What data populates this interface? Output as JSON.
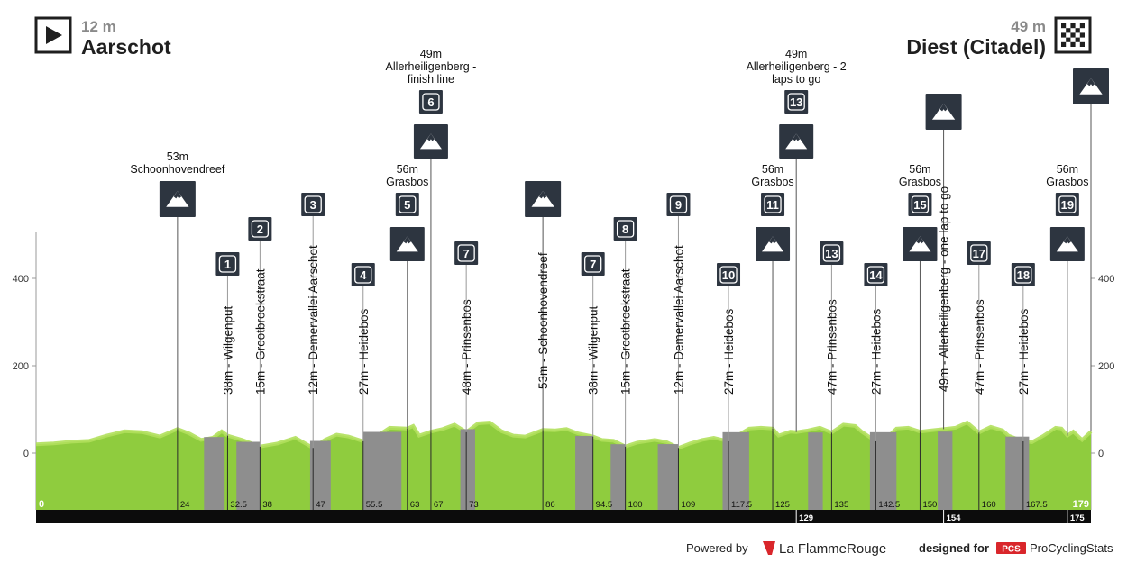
{
  "header": {
    "start_alt": "12 m",
    "start_name": "Aarschot",
    "finish_alt": "49 m",
    "finish_name": "Diest (Citadel)"
  },
  "footer": {
    "powered_by": "Powered by",
    "lfr_name": "La FlammeRouge",
    "designed_for": "designed for",
    "pcs_badge": "PCS",
    "pcs_name": "ProCyclingStats"
  },
  "colors": {
    "terrain": "#8fcc3e",
    "terrain_light": "#b1e05c",
    "cobbles": "#8e8e8e",
    "badge": "#2d3540",
    "axis": "#999999",
    "bar": "#0c0c0c"
  },
  "chart_data": {
    "type": "area",
    "title": "",
    "xlabel": "",
    "ylabel": "",
    "xlim": [
      0,
      179
    ],
    "ylim": [
      -120,
      500
    ],
    "yticks": [
      0,
      200,
      400
    ],
    "grid": false,
    "distance_km": 179,
    "profile": [
      [
        0,
        20
      ],
      [
        3,
        22
      ],
      [
        6,
        26
      ],
      [
        9,
        28
      ],
      [
        12,
        40
      ],
      [
        15,
        50
      ],
      [
        18,
        48
      ],
      [
        21,
        38
      ],
      [
        24,
        55
      ],
      [
        26,
        45
      ],
      [
        28,
        30
      ],
      [
        30,
        35
      ],
      [
        31.5,
        50
      ],
      [
        32.5,
        40
      ],
      [
        35,
        30
      ],
      [
        38,
        15
      ],
      [
        41,
        22
      ],
      [
        44,
        35
      ],
      [
        47,
        12
      ],
      [
        49,
        30
      ],
      [
        51,
        42
      ],
      [
        53,
        38
      ],
      [
        55.5,
        27
      ],
      [
        58,
        40
      ],
      [
        60,
        58
      ],
      [
        63,
        56
      ],
      [
        64,
        62
      ],
      [
        65,
        40
      ],
      [
        67,
        49
      ],
      [
        69,
        55
      ],
      [
        71,
        65
      ],
      [
        73,
        48
      ],
      [
        75,
        68
      ],
      [
        77,
        70
      ],
      [
        79,
        50
      ],
      [
        81,
        40
      ],
      [
        83,
        38
      ],
      [
        86,
        53
      ],
      [
        88,
        52
      ],
      [
        90,
        55
      ],
      [
        92,
        45
      ],
      [
        94.5,
        38
      ],
      [
        96,
        30
      ],
      [
        98,
        28
      ],
      [
        100,
        15
      ],
      [
        102,
        24
      ],
      [
        105,
        30
      ],
      [
        107,
        25
      ],
      [
        109,
        12
      ],
      [
        111,
        22
      ],
      [
        113,
        30
      ],
      [
        115,
        35
      ],
      [
        117.5,
        27
      ],
      [
        119,
        40
      ],
      [
        121,
        56
      ],
      [
        123,
        58
      ],
      [
        125,
        56
      ],
      [
        126,
        40
      ],
      [
        128,
        49
      ],
      [
        129,
        48
      ],
      [
        131,
        52
      ],
      [
        133,
        58
      ],
      [
        135,
        47
      ],
      [
        137,
        65
      ],
      [
        139,
        62
      ],
      [
        140,
        50
      ],
      [
        142.5,
        27
      ],
      [
        144,
        30
      ],
      [
        146,
        56
      ],
      [
        148,
        58
      ],
      [
        150,
        49
      ],
      [
        152,
        52
      ],
      [
        154,
        55
      ],
      [
        156,
        58
      ],
      [
        158,
        70
      ],
      [
        160,
        47
      ],
      [
        162,
        60
      ],
      [
        164,
        52
      ],
      [
        165,
        40
      ],
      [
        167.5,
        27
      ],
      [
        169,
        25
      ],
      [
        171,
        40
      ],
      [
        173,
        58
      ],
      [
        174,
        56
      ],
      [
        175,
        40
      ],
      [
        176,
        49
      ],
      [
        177.5,
        30
      ],
      [
        179,
        49
      ]
    ],
    "gray_segments": [
      [
        28.5,
        32
      ],
      [
        34,
        38
      ],
      [
        46.5,
        50
      ],
      [
        55.5,
        62
      ],
      [
        72,
        74.5
      ],
      [
        91.5,
        94.5
      ],
      [
        97.5,
        100
      ],
      [
        105.5,
        109
      ],
      [
        116.5,
        121
      ],
      [
        131,
        133.5
      ],
      [
        141.5,
        146
      ],
      [
        153,
        155.5
      ],
      [
        164.5,
        168.5
      ]
    ],
    "km_markers": [
      {
        "km": 0,
        "label": "0"
      },
      {
        "km": 24,
        "label": "24"
      },
      {
        "km": 32.5,
        "label": "32.5"
      },
      {
        "km": 38,
        "label": "38"
      },
      {
        "km": 47,
        "label": "47"
      },
      {
        "km": 55.5,
        "label": "55.5"
      },
      {
        "km": 63,
        "label": "63"
      },
      {
        "km": 67,
        "label": "67"
      },
      {
        "km": 73,
        "label": "73"
      },
      {
        "km": 86,
        "label": "86"
      },
      {
        "km": 94.5,
        "label": "94.5"
      },
      {
        "km": 100,
        "label": "100"
      },
      {
        "km": 109,
        "label": "109"
      },
      {
        "km": 117.5,
        "label": "117.5"
      },
      {
        "km": 125,
        "label": "125"
      },
      {
        "km": 135,
        "label": "135"
      },
      {
        "km": 142.5,
        "label": "142.5"
      },
      {
        "km": 150,
        "label": "150"
      },
      {
        "km": 160,
        "label": "160"
      },
      {
        "km": 167.5,
        "label": "167.5"
      },
      {
        "km": 179,
        "label": "179"
      }
    ],
    "remaining_markers": [
      {
        "km": 129,
        "label": "129"
      },
      {
        "km": 154,
        "label": "154"
      },
      {
        "km": 175,
        "label": "175"
      }
    ],
    "sectors": [
      {
        "num": "1",
        "km": 32.5,
        "label": "38m - Wilgenput"
      },
      {
        "num": "2",
        "km": 38,
        "label": "15m - Grootbroekstraat"
      },
      {
        "num": "3",
        "km": 47,
        "label": "12m - Demervallei Aarschot"
      },
      {
        "num": "4",
        "km": 55.5,
        "label": "27m - Heidebos"
      },
      {
        "num": "5",
        "km": 63,
        "label": "",
        "caption": [
          "56m",
          "Grasbos"
        ]
      },
      {
        "num": "6",
        "km": 67,
        "label": "",
        "caption": [
          "49m",
          "Allerheiligenberg -",
          "finish line"
        ]
      },
      {
        "num": "7",
        "km": 73,
        "label": "48m - Prinsenbos"
      },
      {
        "num": "7",
        "km": 94.5,
        "label": "38m - Wilgenput"
      },
      {
        "num": "8",
        "km": 100,
        "label": "15m - Grootbroekstraat"
      },
      {
        "num": "9",
        "km": 109,
        "label": "12m - Demervallei Aarschot"
      },
      {
        "num": "10",
        "km": 117.5,
        "label": "27m - Heidebos"
      },
      {
        "num": "11",
        "km": 125,
        "label": "",
        "caption": [
          "56m",
          "Grasbos"
        ]
      },
      {
        "num": "13",
        "km": 129,
        "label": "",
        "caption": [
          "49m",
          "Allerheiligenberg - 2",
          "laps to go"
        ]
      },
      {
        "num": "13",
        "km": 135,
        "label": "47m - Prinsenbos"
      },
      {
        "num": "14",
        "km": 142.5,
        "label": "27m - Heidebos"
      },
      {
        "num": "15",
        "km": 150,
        "label": "",
        "caption": [
          "56m",
          "Grasbos"
        ]
      },
      {
        "num": "17",
        "km": 160,
        "label": "47m - Prinsenbos"
      },
      {
        "num": "18",
        "km": 167.5,
        "label": "27m - Heidebos"
      },
      {
        "num": "19",
        "km": 175,
        "label": "",
        "caption": [
          "56m",
          "Grasbos"
        ]
      }
    ],
    "climbs": [
      {
        "km": 24,
        "caption": [
          "53m",
          "Schoonhovendreef"
        ]
      },
      {
        "km": 86,
        "label": "53m - Schoonhovendreef"
      },
      {
        "km": 154,
        "label": "49m - Allerheiligenberg - one lap to go"
      },
      {
        "km": 179
      }
    ]
  }
}
